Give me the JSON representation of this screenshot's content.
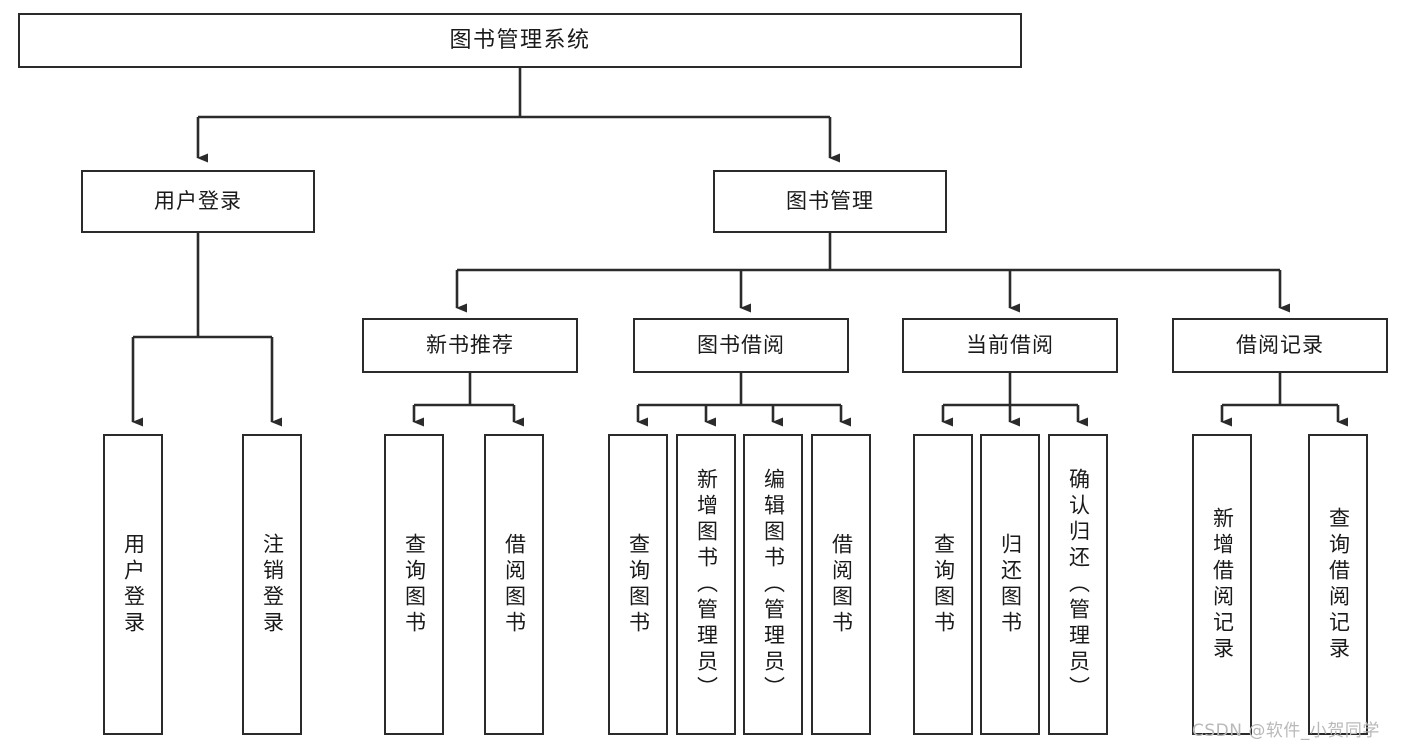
{
  "diagram": {
    "title": "图书管理系统",
    "type": "functional-structure-tree",
    "watermark": "CSDN @软件_小贺同学",
    "colors": {
      "stroke": "#2b2b2b",
      "fill": "#ffffff",
      "text": "#1a1a1a",
      "watermark": "#b9b9b9"
    },
    "levels": {
      "root": {
        "label": "图书管理系统"
      },
      "level2": [
        {
          "label": "用户登录"
        },
        {
          "label": "图书管理"
        }
      ],
      "level3": [
        {
          "label": "新书推荐"
        },
        {
          "label": "图书借阅"
        },
        {
          "label": "当前借阅"
        },
        {
          "label": "借阅记录"
        }
      ],
      "leaves": {
        "user_login": [
          {
            "label": "用户登录"
          },
          {
            "label": "注销登录"
          }
        ],
        "new_book_recommend": [
          {
            "label": "查询图书"
          },
          {
            "label": "借阅图书"
          }
        ],
        "book_borrow": [
          {
            "label": "查询图书"
          },
          {
            "label": "新增图书（管理员）"
          },
          {
            "label": "编辑图书（管理员）"
          },
          {
            "label": "借阅图书"
          }
        ],
        "current_borrow": [
          {
            "label": "查询图书"
          },
          {
            "label": "归还图书"
          },
          {
            "label": "确认归还（管理员）"
          }
        ],
        "borrow_record": [
          {
            "label": "新增借阅记录"
          },
          {
            "label": "查询借阅记录"
          }
        ]
      }
    }
  }
}
